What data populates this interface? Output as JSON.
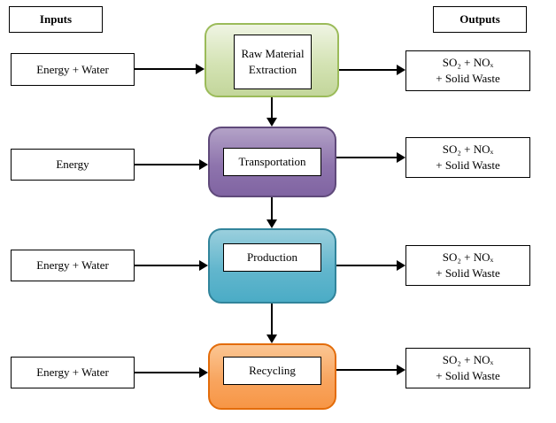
{
  "headers": {
    "inputs": "Inputs",
    "outputs": "Outputs"
  },
  "rows": [
    {
      "input": "Energy + Water",
      "stage": "Raw Material Extraction",
      "output_line1": "SO₂ + NOₓ",
      "output_line2": "+ Solid Waste",
      "stage_color": "#c3d69b",
      "stage_border_color": "#9bbb59"
    },
    {
      "input": "Energy",
      "stage": "Transportation",
      "output_line1": "SO₂ + NOₓ",
      "output_line2": "+ Solid Waste",
      "stage_color": "#8064a2",
      "stage_border_color": "#5f497a"
    },
    {
      "input": "Energy + Water",
      "stage": "Production",
      "output_line1": "SO₂ + NOₓ",
      "output_line2": "+ Solid Waste",
      "stage_color": "#4bacc6",
      "stage_border_color": "#31849b"
    },
    {
      "input": "Energy + Water",
      "stage": "Recycling",
      "output_line1": "SO₂ + NOₓ",
      "output_line2": "+ Solid Waste",
      "stage_color": "#f79646",
      "stage_border_color": "#e36c0a"
    }
  ]
}
